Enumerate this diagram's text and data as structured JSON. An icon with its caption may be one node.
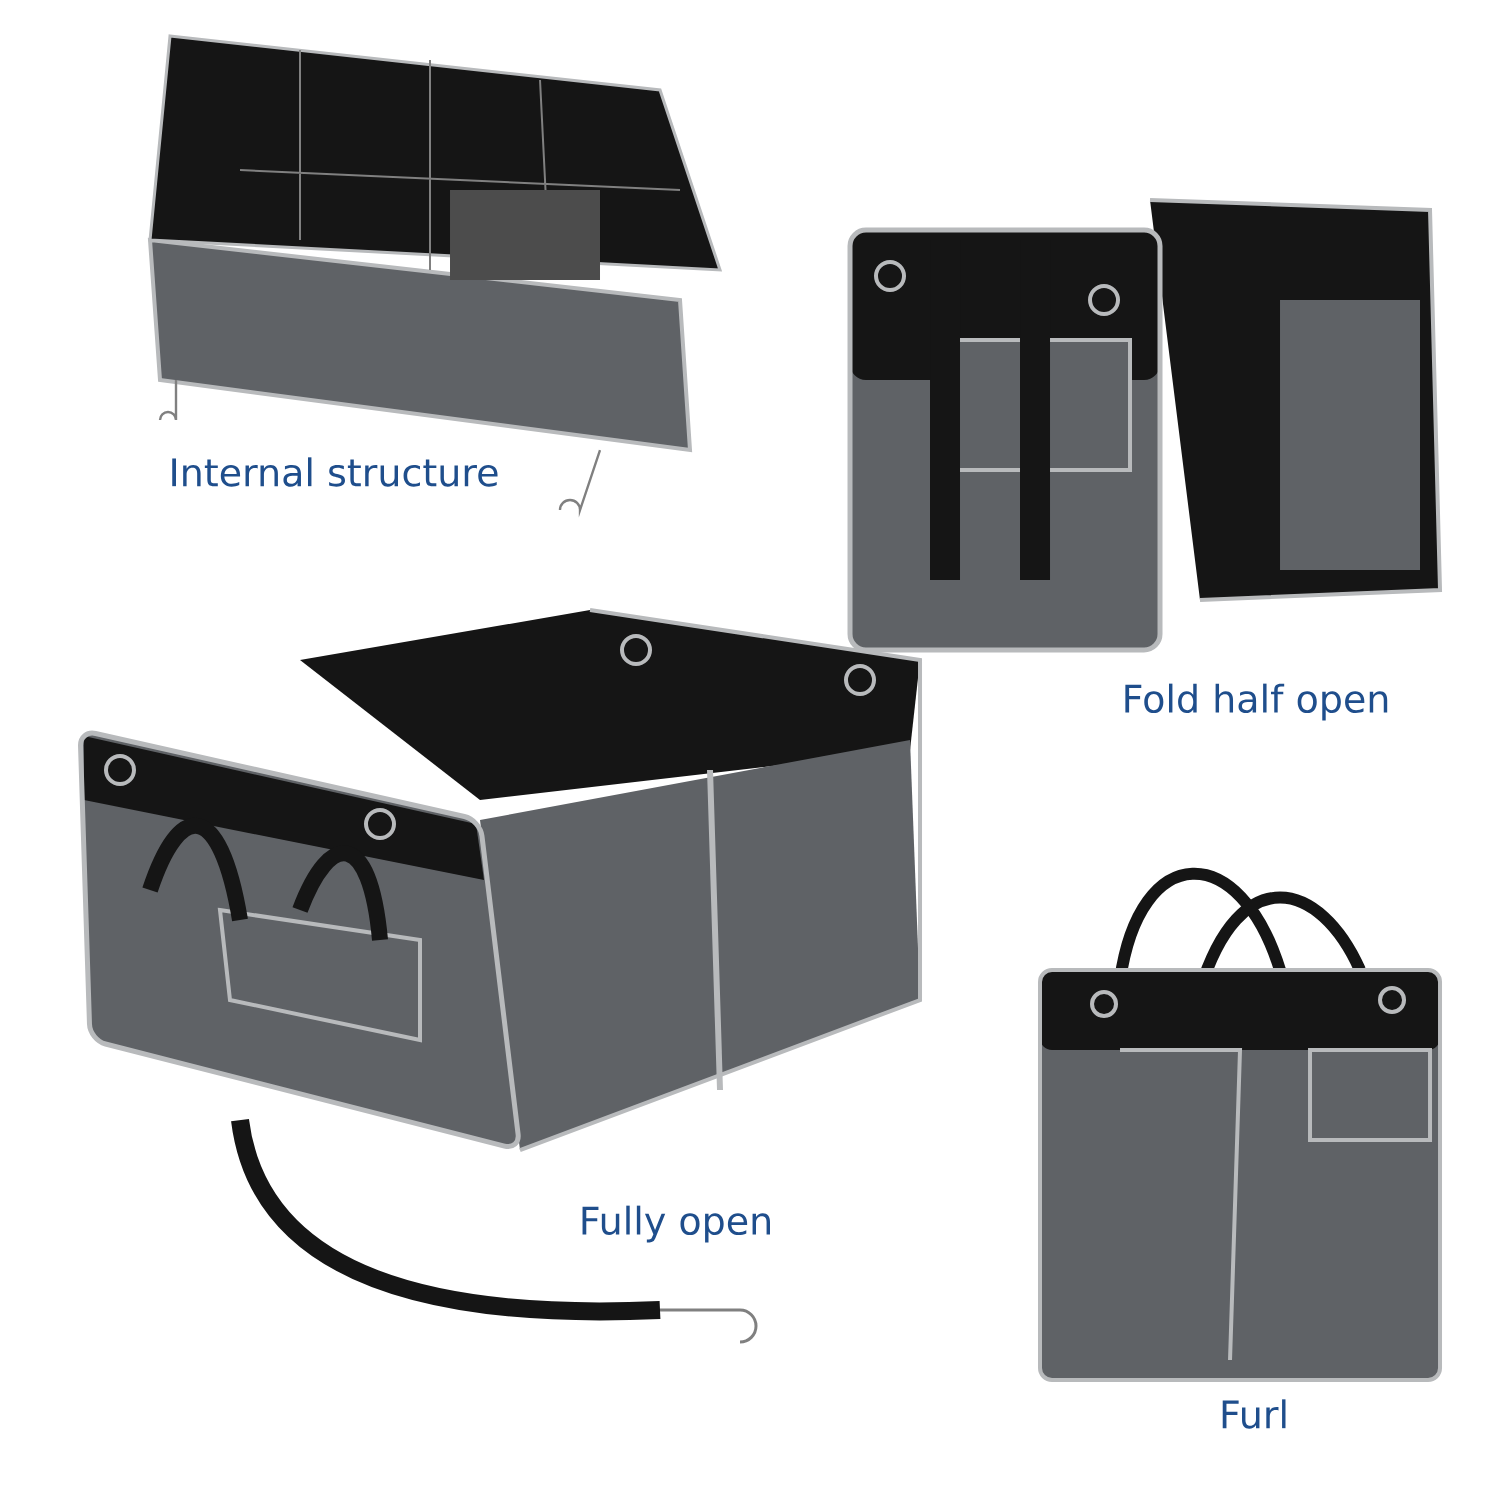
{
  "diagram": {
    "labels": [
      "Internal structure",
      "Fold half open",
      "Fully open",
      "Furl"
    ]
  }
}
